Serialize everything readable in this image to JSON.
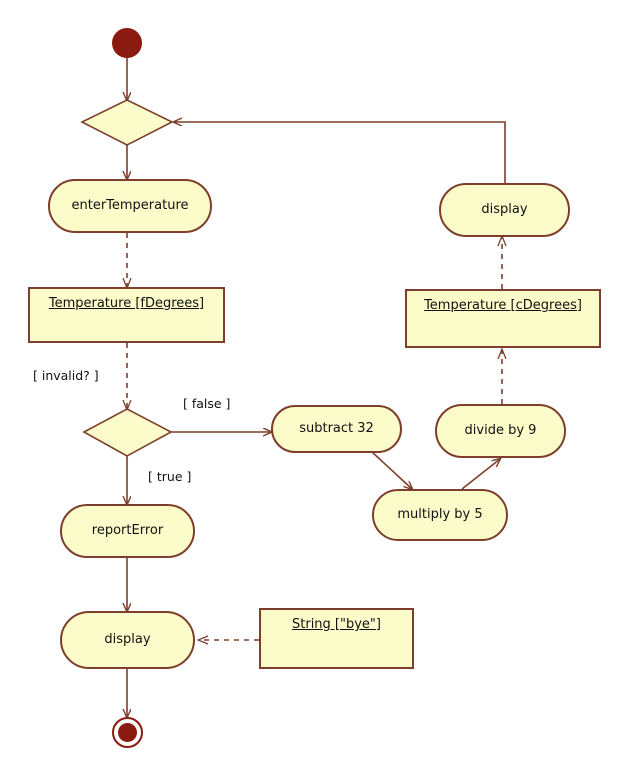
{
  "diagram": {
    "type": "uml-activity-diagram",
    "background_color": "#ffffff",
    "node_fill_color": "#fcfcca",
    "node_border_color": "#7d3f2b",
    "edge_color": "#7d3f2b",
    "terminal_color": "#8b1a11",
    "text_color": "#111111"
  },
  "nodes": {
    "initial": {
      "name": "initial-node",
      "label": ""
    },
    "merge_decision": {
      "name": "merge-node",
      "label": ""
    },
    "enter_temperature": {
      "label": "enterTemperature"
    },
    "temperature_f": {
      "label": "Temperature [fDegrees]"
    },
    "validity_decision": {
      "name": "validity-decision",
      "label": ""
    },
    "report_error": {
      "label": "reportError"
    },
    "display_error": {
      "label": "display"
    },
    "string_bye": {
      "label": "String [\"bye\"]"
    },
    "final": {
      "name": "final-node",
      "label": ""
    },
    "subtract_32": {
      "label": "subtract 32"
    },
    "multiply_by_5": {
      "label": "multiply by 5"
    },
    "divide_by_9": {
      "label": "divide by 9"
    },
    "temperature_c": {
      "label": "Temperature [cDegrees]"
    },
    "display_result": {
      "label": "display"
    }
  },
  "edge_labels": {
    "invalid": "[ invalid? ]",
    "false_branch": "[ false ]",
    "true_branch": "[ true ]"
  }
}
